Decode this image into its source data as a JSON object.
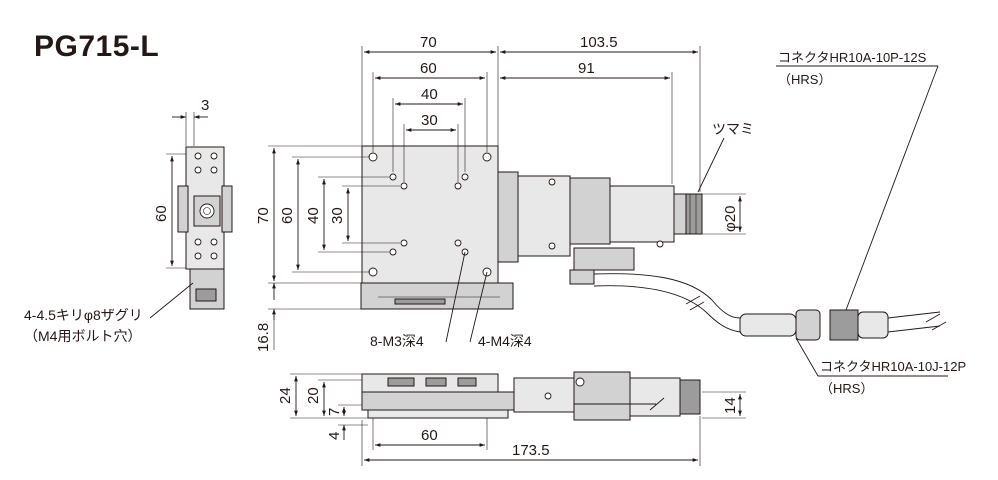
{
  "title": "PG715-L",
  "top_view": {
    "dim_70": "70",
    "dim_60": "60",
    "dim_40": "40",
    "dim_30": "30",
    "dim_103_5": "103.5",
    "dim_91": "91",
    "dim_left_70": "70",
    "dim_left_60": "60",
    "dim_left_40": "40",
    "dim_left_30": "30",
    "dim_16_8": "16.8",
    "knob_label": "ツマミ",
    "knob_dia": "φ20",
    "label_m3": "8-M3深4",
    "label_m4": "4-M4深4"
  },
  "side_view": {
    "dim_3": "3",
    "dim_60": "60",
    "hole_note_1": "4-4.5キリφ8ザグリ",
    "hole_note_2": "（M4用ボルト穴）"
  },
  "front_view": {
    "dim_24": "24",
    "dim_20": "20",
    "dim_7": "7",
    "dim_4": "4",
    "dim_60": "60",
    "dim_173_5": "173.5",
    "dim_14": "14"
  },
  "connectors": {
    "plug_label": "コネクタHR10A-10P-12S",
    "plug_maker": "（HRS）",
    "jack_label": "コネクタHR10A-10J-12P",
    "jack_maker": "（HRS）"
  }
}
